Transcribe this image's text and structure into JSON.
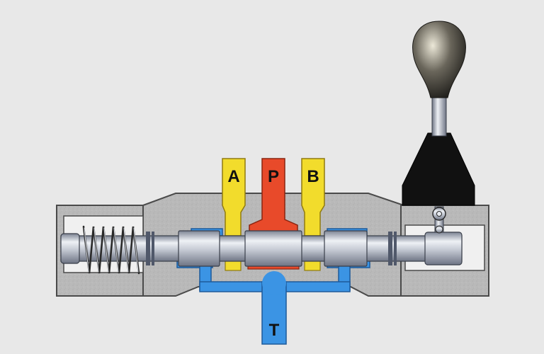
{
  "diagram": {
    "ports": {
      "a": {
        "label": "A",
        "color": "#f2dc2c"
      },
      "p": {
        "label": "P",
        "color": "#e84a2a"
      },
      "b": {
        "label": "B",
        "color": "#f2dc2c"
      },
      "t": {
        "label": "T",
        "color": "#3b94e4"
      }
    },
    "colors": {
      "background": "#e8e8e8",
      "body": "#b9b9b9",
      "spool": "#c7ccd6",
      "handle": "#111111",
      "knob": "#4a473f"
    }
  }
}
